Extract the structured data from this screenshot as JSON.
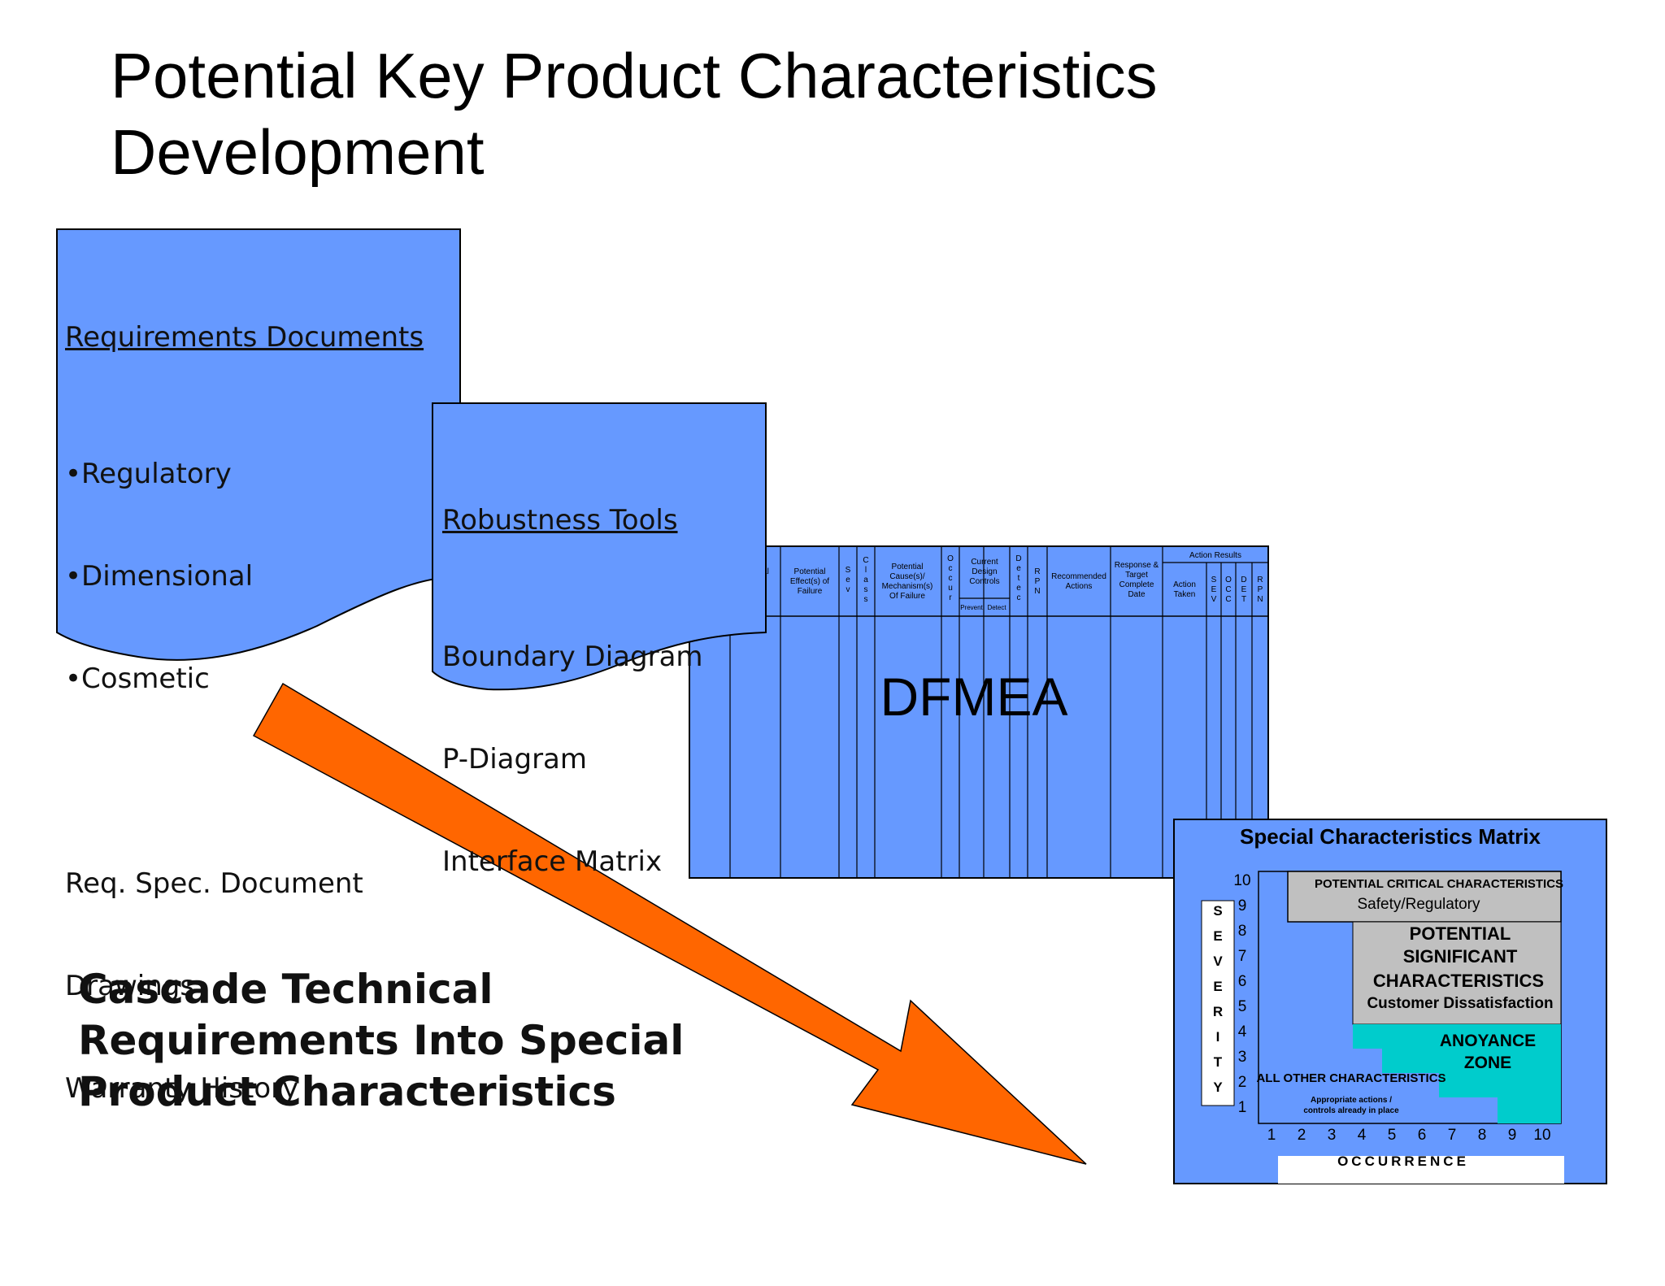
{
  "title": {
    "line1": "Potential Key Product Characteristics",
    "line2": "Development"
  },
  "requirements_doc": {
    "heading": "Requirements Documents",
    "bullets": [
      "•Regulatory",
      "•Dimensional",
      "•Cosmetic"
    ],
    "items": [
      "Req. Spec. Document",
      "Drawings",
      "Warranty History"
    ]
  },
  "robustness_doc": {
    "heading": "Robustness Tools",
    "items": [
      "Boundary Diagram",
      "P-Diagram",
      "Interface Matrix"
    ]
  },
  "dfmea": {
    "label": "DFMEA",
    "col_partial": "al",
    "col_effects": [
      "Potential",
      "Effect(s) of",
      "Failure"
    ],
    "col_sev": "S e v",
    "col_class": "C l a s s",
    "col_cause": [
      "Potential",
      "Cause(s)/",
      "Mechanism(s)",
      "Of Failure"
    ],
    "col_occur": "O c c u r",
    "col_controls": [
      "Current",
      "Design",
      "Controls"
    ],
    "col_prevent": "Prevent",
    "col_detect": "Detect",
    "col_detec": "D e t e c",
    "col_rpn": "R P N",
    "col_recommended": [
      "Recommended",
      "Actions"
    ],
    "col_response": [
      "Response &",
      "Target",
      "Complete",
      "Date"
    ],
    "action_results": "Action Results",
    "col_action_taken": [
      "Action",
      "Taken"
    ],
    "col_sev2": "S E V",
    "col_occ2": "O C C",
    "col_det2": "D E T",
    "col_rpn2": "R P N"
  },
  "matrix": {
    "title": "Special Characteristics Matrix",
    "severity_letters": [
      "S",
      "E",
      "V",
      "E",
      "R",
      "I",
      "T",
      "Y"
    ],
    "severity_scale": [
      "10",
      "9",
      "8",
      "7",
      "6",
      "5",
      "4",
      "3",
      "2",
      "1"
    ],
    "occurrence_scale": [
      "1",
      "2",
      "3",
      "4",
      "5",
      "6",
      "7",
      "8",
      "9",
      "10"
    ],
    "occurrence_label": "OCCURRENCE",
    "critical": "POTENTIAL CRITICAL  CHARACTERISTICS",
    "critical_sub": "Safety/Regulatory",
    "significant": [
      "POTENTIAL",
      "SIGNIFICANT",
      "CHARACTERISTICS"
    ],
    "significant_sub": "Customer Dissatisfaction",
    "annoyance": [
      "ANOYANCE",
      "ZONE"
    ],
    "other": "ALL OTHER CHARACTERISTICS",
    "other_note": [
      "Appropriate actions /",
      "controls already in place"
    ]
  },
  "cascade": {
    "line1": "Cascade Technical",
    "line2": "Requirements Into Special",
    "line3": "Product Characteristics"
  },
  "colors": {
    "doc_blue": "#6699ff",
    "arrow_orange": "#ff6600",
    "zone_gray": "#c0c0c0",
    "zone_teal": "#00cccc"
  }
}
